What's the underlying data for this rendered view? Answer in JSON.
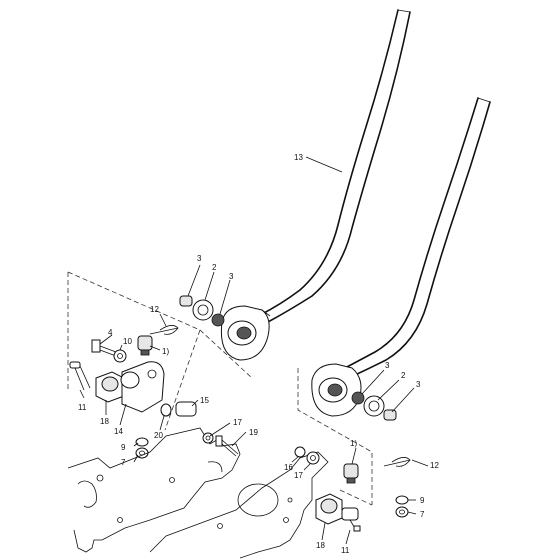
{
  "callouts": {
    "c13": "13",
    "left_3a": "3",
    "left_2": "2",
    "left_3b": "3",
    "left_12": "12",
    "left_note": "1)",
    "left_4": "4",
    "left_10": "10",
    "left_11": "11",
    "left_18": "18",
    "left_14": "14",
    "left_20": "20",
    "left_15": "15",
    "left_9": "9",
    "left_7": "7",
    "mid_17": "17",
    "mid_19": "19",
    "right_3a": "3",
    "right_2": "2",
    "right_3b": "3",
    "right_12": "12",
    "right_note": "1)",
    "right_16": "16",
    "right_17": "17",
    "right_9": "9",
    "right_7": "7",
    "right_18": "18",
    "right_11": "11"
  }
}
